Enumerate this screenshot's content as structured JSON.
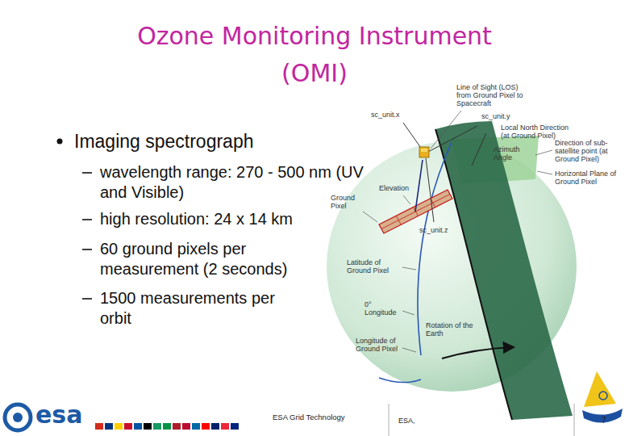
{
  "diagram": {
    "title": "Ozone Monitoring Instrument (OMI)",
    "labels": [
      "Imaging spectrograph",
      "wavelength range: 270 - 500 nm (UV and Visible)",
      "high resolution: 24 x 14 km",
      "60 ground pixels per measurement (2 seconds)",
      "1500 measurements per orbit",
      "Line of Sight (LOS) from Ground Pixel to Spacecraft",
      "sc_unit.x",
      "sc_unit.y",
      "Local North Direction (at Ground Pixel)",
      "Direction of sub-satellite point (at Ground Pixel)",
      "Azimuth Angle",
      "Horizontal Plane of Ground Pixel",
      "Ground Pixel",
      "Elevation",
      "sc_unit.z",
      "Latitude of Ground Pixel",
      "0° Longitude",
      "Rotation of the Earth",
      "Longitude of Ground Pixel",
      "esa",
      "ESA Grid Technology",
      "ESA,",
      "7"
    ]
  }
}
